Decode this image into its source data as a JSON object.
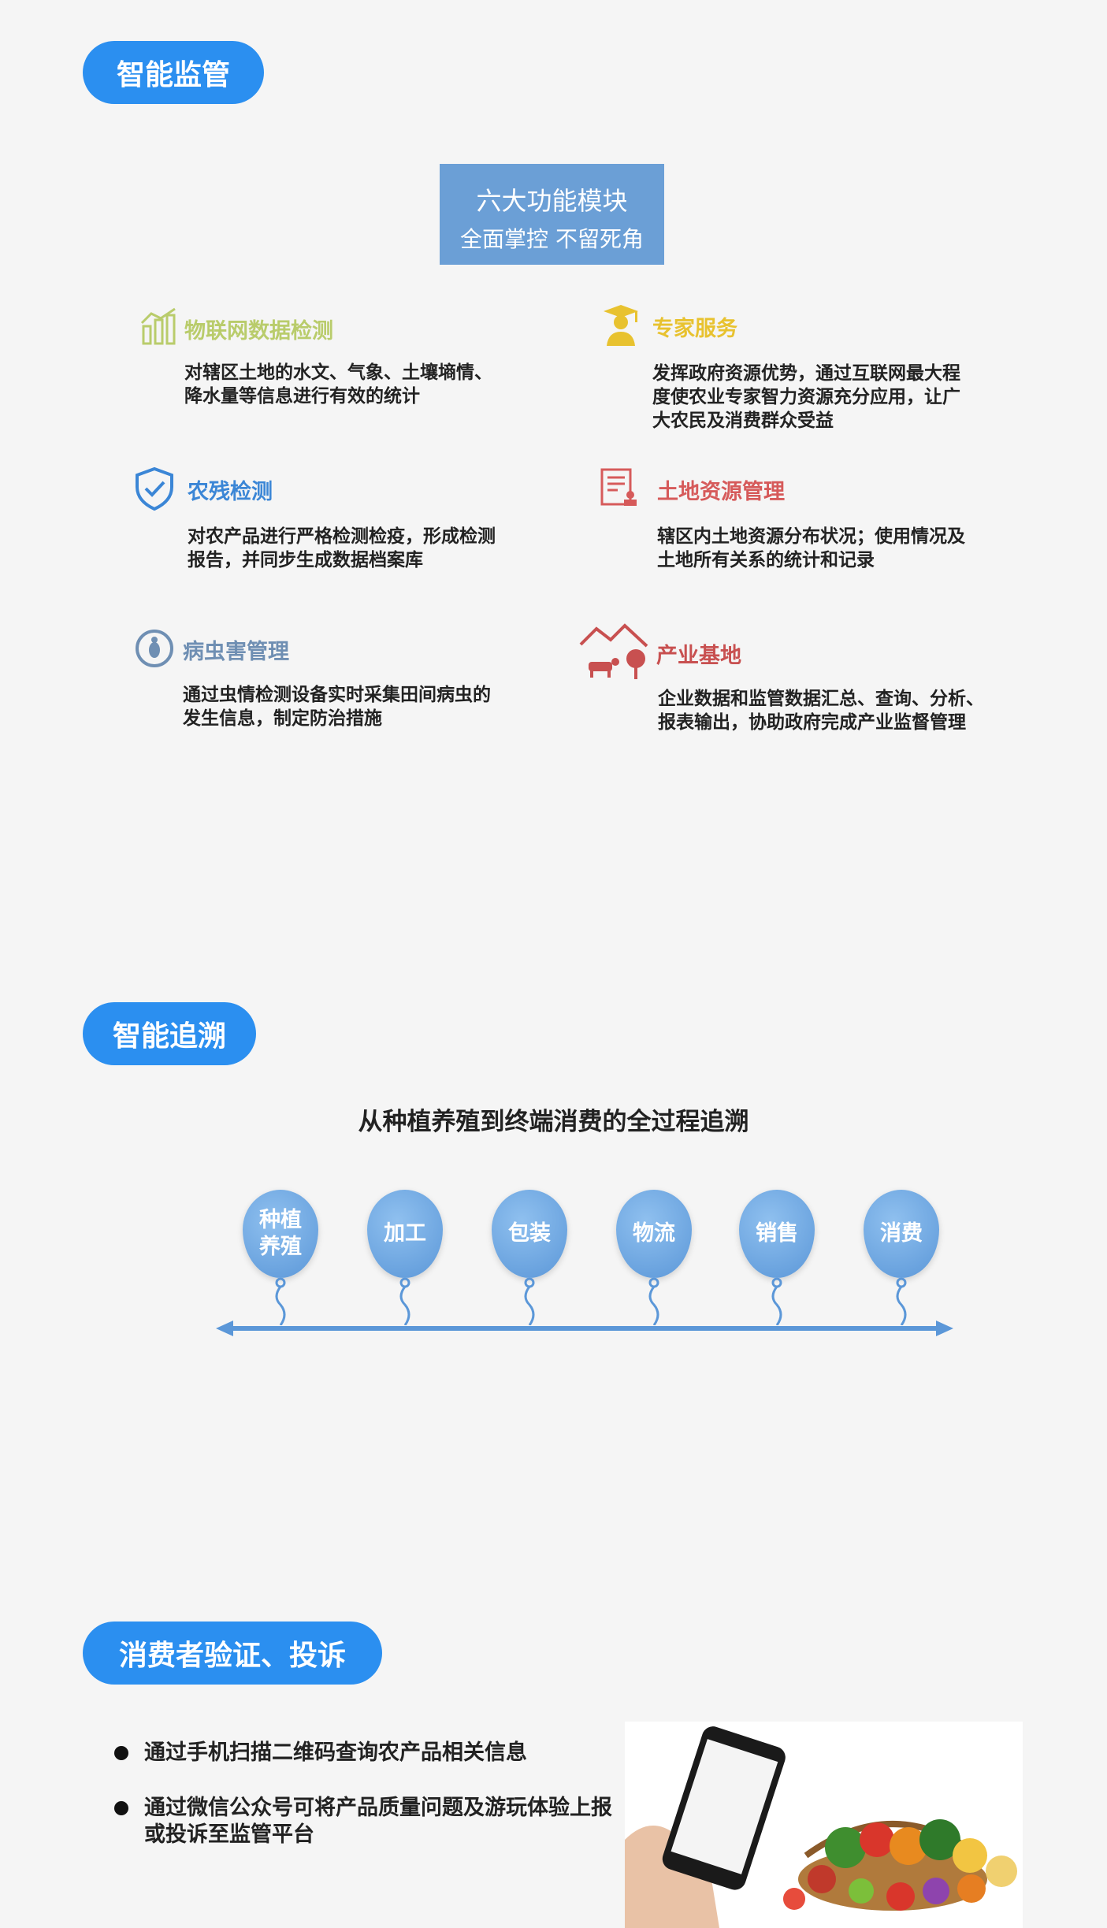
{
  "sections": {
    "supervision": "智能监管",
    "tracing": "智能追溯",
    "consumer": "消费者验证、投诉"
  },
  "module_box": {
    "line1": "六大功能模块",
    "line2": "全面掌控 不留死角"
  },
  "features": [
    {
      "title": "物联网数据检测",
      "desc": "对辖区土地的水文、气象、土壤墒情、\n降水量等信息进行有效的统计",
      "color": "#b9cc6b",
      "icon": "bar-chart-icon"
    },
    {
      "title": "专家服务",
      "desc": "发挥政府资源优势，通过互联网最大程\n度使农业专家智力资源充分应用，让广\n大农民及消费群众受益",
      "color": "#e8c22f",
      "icon": "expert-icon"
    },
    {
      "title": "农残检测",
      "desc": "对农产品进行严格检测检疫，形成检测\n报告，并同步生成数据档案库",
      "color": "#3b86d6",
      "icon": "shield-check-icon"
    },
    {
      "title": "土地资源管理",
      "desc": "辖区内土地资源分布状况；使用情况及\n土地所有关系的统计和记录",
      "color": "#d65a5a",
      "icon": "document-stamp-icon"
    },
    {
      "title": "病虫害管理",
      "desc": "通过虫情检测设备实时采集田间病虫的\n发生信息，制定防治措施",
      "color": "#6f8fb3",
      "icon": "bug-icon"
    },
    {
      "title": "产业基地",
      "desc": "企业数据和监管数据汇总、查询、分析、\n报表输出，协助政府完成产业监督管理",
      "color": "#c85050",
      "icon": "farm-icon"
    }
  ],
  "trace": {
    "title": "从种植养殖到终端消费的全过程追溯",
    "stages": [
      "种植\n养殖",
      "加工",
      "包装",
      "物流",
      "销售",
      "消费"
    ]
  },
  "consumer_items": [
    "通过手机扫描二维码查询农产品相关信息",
    "通过微信公众号可将产品质量问题及游玩体验上报或投诉至监管平台"
  ]
}
